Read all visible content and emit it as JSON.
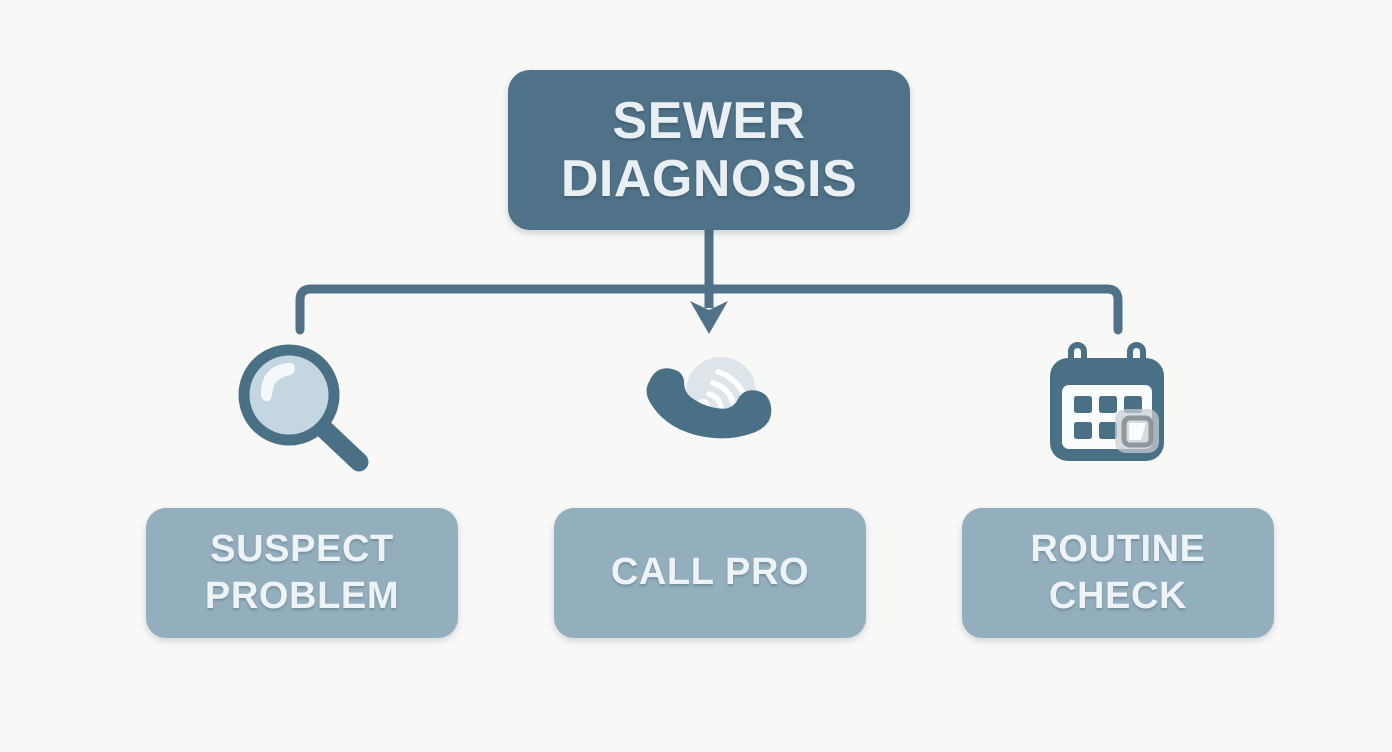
{
  "diagram": {
    "background_color": "#f8f8f7",
    "root": {
      "label": "SEWER\nDIAGNOSIS",
      "color": "#4f7289",
      "text_color": "#e9eff3"
    },
    "connector": {
      "color": "#4f7289",
      "arrow": "down-arrow-icon"
    },
    "branches": [
      {
        "icon": "magnifying-glass-icon",
        "label": "SUSPECT\nPROBLEM",
        "color": "#93aebd",
        "text_color": "#eef3f6",
        "icon_colors": {
          "ring": "#4f7289",
          "lens": "#c4d6e0",
          "highlight": "#ffffff"
        }
      },
      {
        "icon": "phone-call-icon",
        "label": "CALL PRO",
        "color": "#93aebd",
        "text_color": "#eef3f6",
        "icon_colors": {
          "handset": "#4a7086",
          "circle": "#dde5ea",
          "waves": "#ffffff"
        }
      },
      {
        "icon": "calendar-icon",
        "label": "ROUTINE\nCHECK",
        "color": "#93aebd",
        "text_color": "#eef3f6",
        "icon_colors": {
          "frame": "#4a7086",
          "page": "#fbfcfd",
          "cells": "#4a7086",
          "badge": "#c9cfd2"
        }
      }
    ]
  }
}
